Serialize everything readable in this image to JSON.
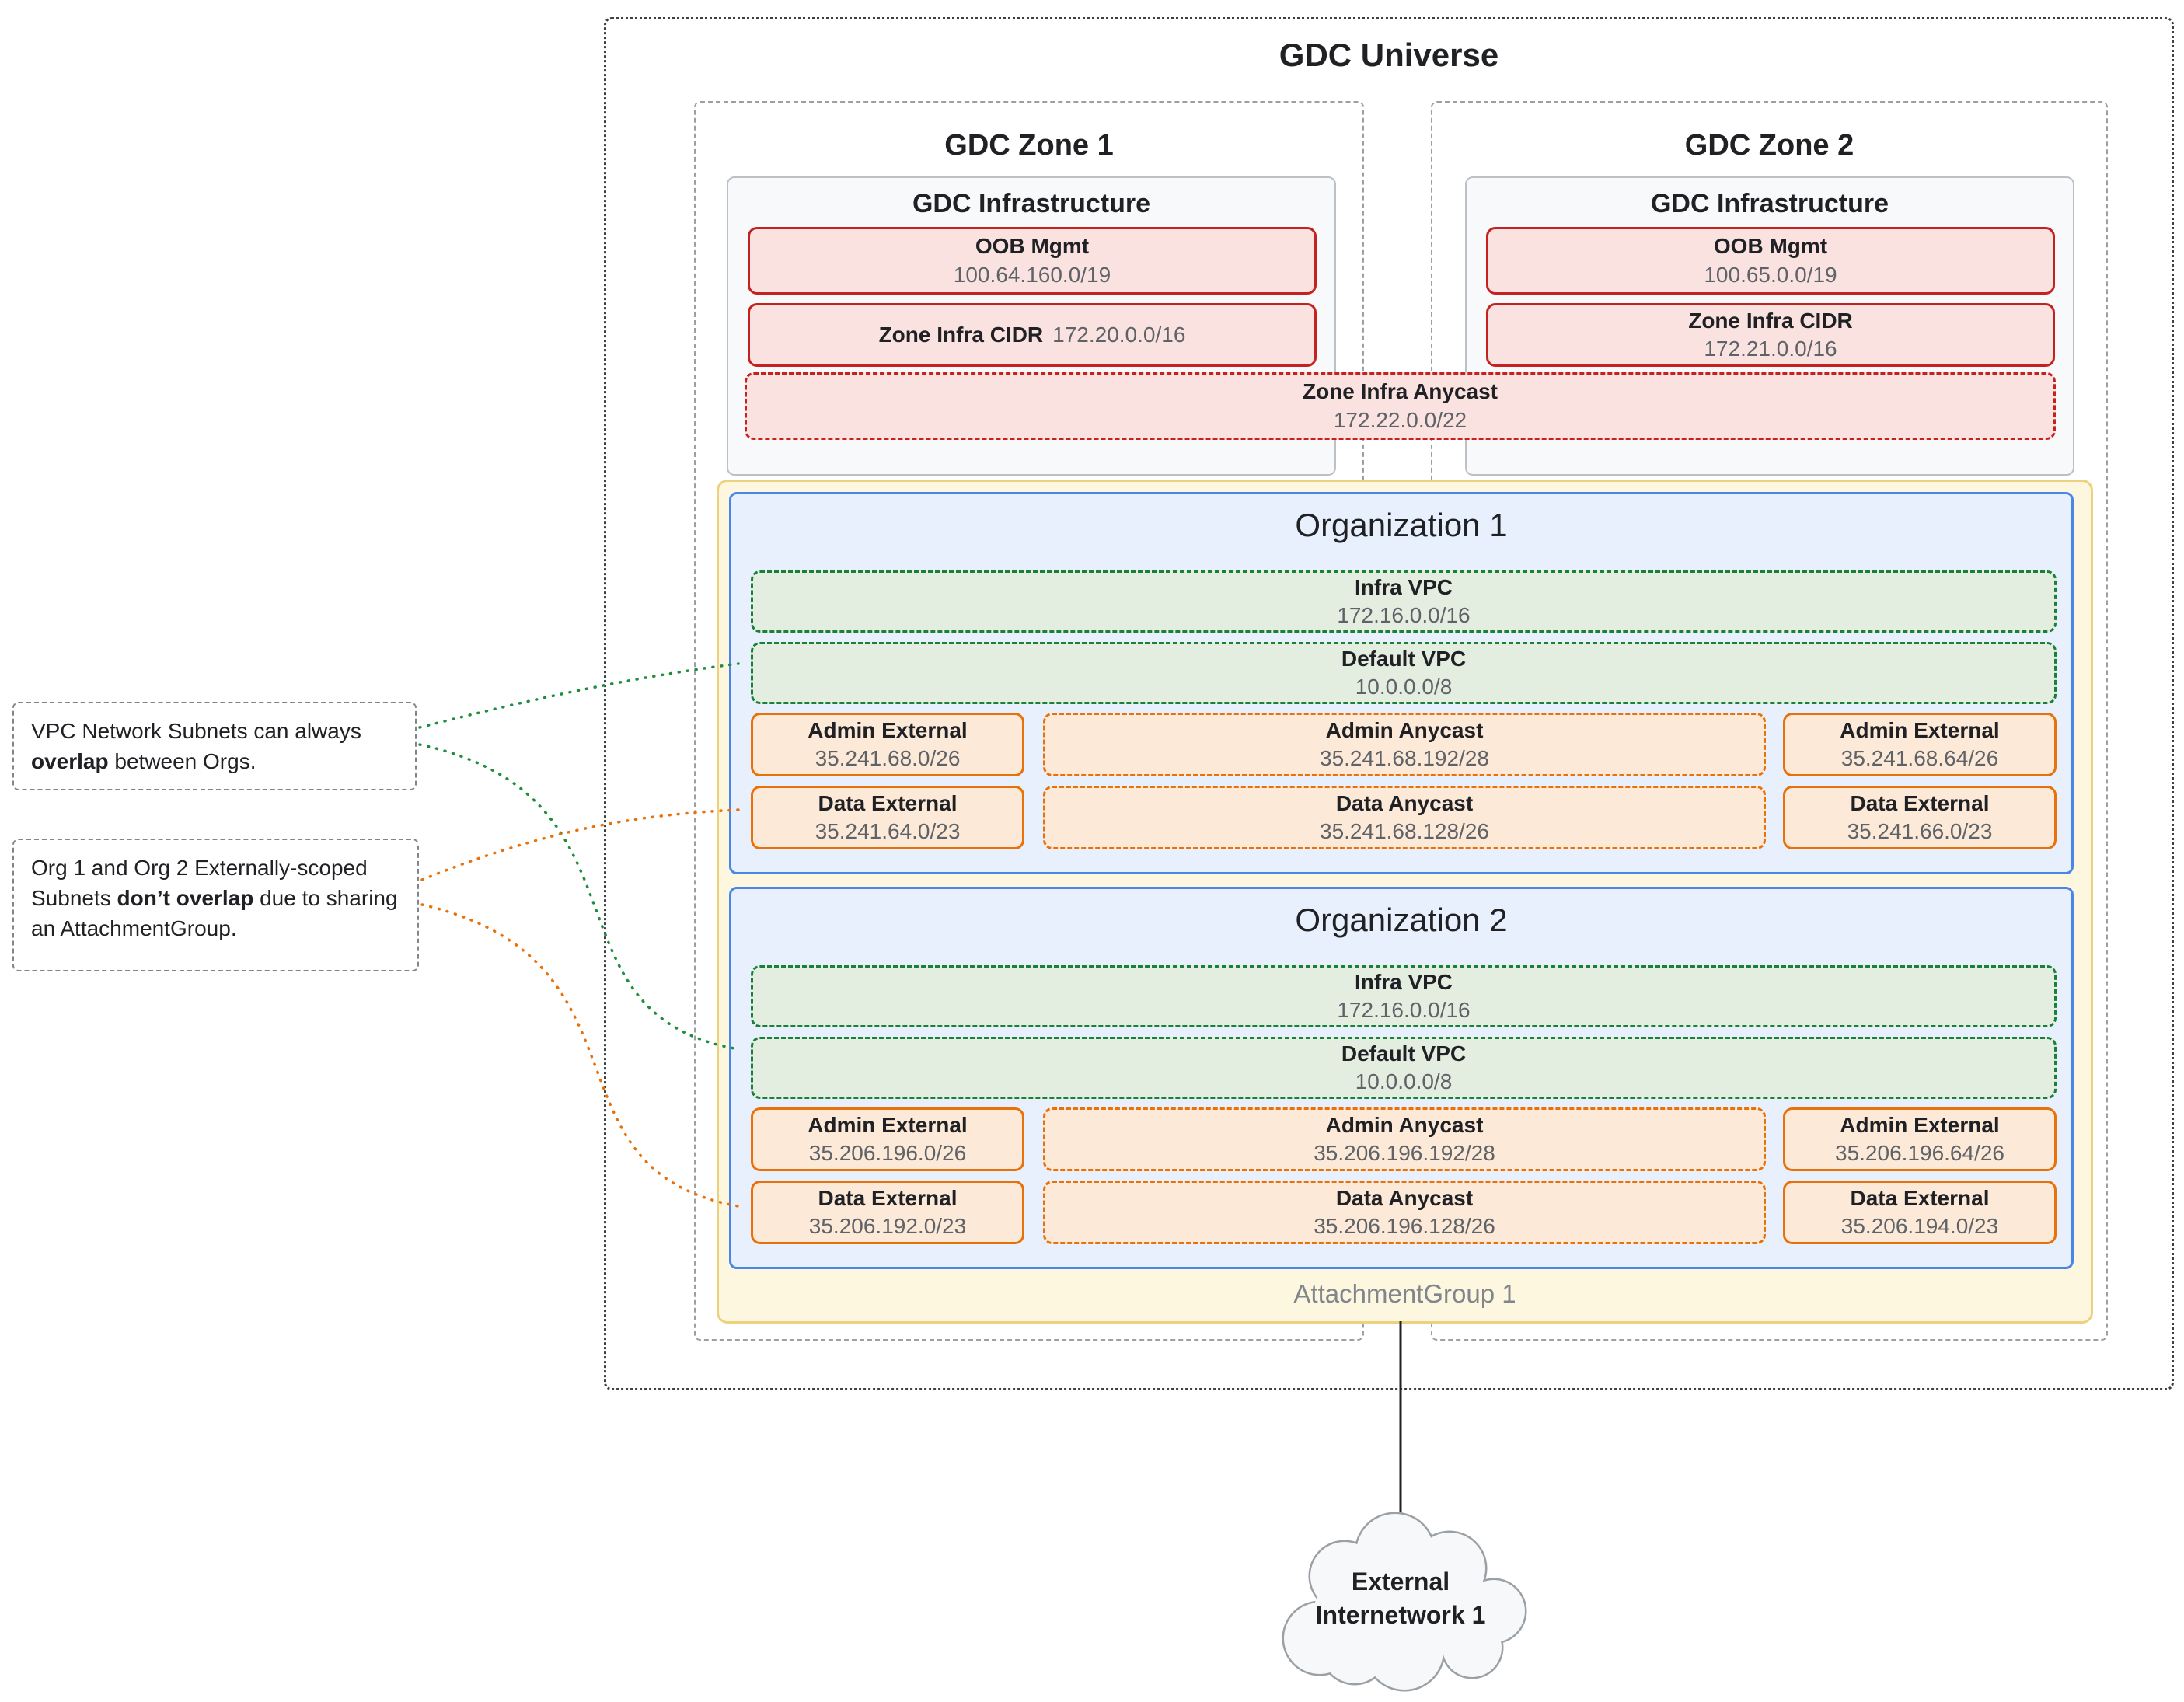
{
  "diagram": {
    "universe_title": "GDC Universe",
    "zone1": {
      "title": "GDC Zone 1",
      "infra_title": "GDC Infrastructure",
      "oob_label": "OOB Mgmt",
      "oob_cidr": "100.64.160.0/19",
      "infra_cidr_label": "Zone Infra CIDR",
      "infra_cidr": "172.20.0.0/16"
    },
    "zone2": {
      "title": "GDC Zone 2",
      "infra_title": "GDC Infrastructure",
      "oob_label": "OOB Mgmt",
      "oob_cidr": "100.65.0.0/19",
      "infra_cidr_label": "Zone Infra CIDR",
      "infra_cidr": "172.21.0.0/16"
    },
    "anycast_label": "Zone Infra Anycast",
    "anycast_cidr": "172.22.0.0/22",
    "attachment_group_label": "AttachmentGroup 1",
    "org1": {
      "title": "Organization 1",
      "infra_vpc_label": "Infra VPC",
      "infra_vpc_cidr": "172.16.0.0/16",
      "default_vpc_label": "Default VPC",
      "default_vpc_cidr": "10.0.0.0/8",
      "admin_ext_left_label": "Admin External",
      "admin_ext_left_cidr": "35.241.68.0/26",
      "admin_anycast_label": "Admin Anycast",
      "admin_anycast_cidr": "35.241.68.192/28",
      "admin_ext_right_label": "Admin External",
      "admin_ext_right_cidr": "35.241.68.64/26",
      "data_ext_left_label": "Data External",
      "data_ext_left_cidr": "35.241.64.0/23",
      "data_anycast_label": "Data Anycast",
      "data_anycast_cidr": "35.241.68.128/26",
      "data_ext_right_label": "Data External",
      "data_ext_right_cidr": "35.241.66.0/23"
    },
    "org2": {
      "title": "Organization 2",
      "infra_vpc_label": "Infra VPC",
      "infra_vpc_cidr": "172.16.0.0/16",
      "default_vpc_label": "Default VPC",
      "default_vpc_cidr": "10.0.0.0/8",
      "admin_ext_left_label": "Admin External",
      "admin_ext_left_cidr": "35.206.196.0/26",
      "admin_anycast_label": "Admin Anycast",
      "admin_anycast_cidr": "35.206.196.192/28",
      "admin_ext_right_label": "Admin External",
      "admin_ext_right_cidr": "35.206.196.64/26",
      "data_ext_left_label": "Data External",
      "data_ext_left_cidr": "35.206.192.0/23",
      "data_anycast_label": "Data Anycast",
      "data_anycast_cidr": "35.206.196.128/26",
      "data_ext_right_label": "Data External",
      "data_ext_right_cidr": "35.206.194.0/23"
    },
    "annotation1": {
      "pre": "VPC Network Subnets can always ",
      "bold": "overlap",
      "post": " between Orgs."
    },
    "annotation2": {
      "pre": "Org 1 and Org 2 Externally-scoped Subnets ",
      "bold": "don’t overlap",
      "post": " due to sharing an AttachmentGroup."
    },
    "external_label": "External Internetwork 1"
  },
  "colors": {
    "red_border": "#C5221F",
    "red_fill": "#F9E2E0",
    "green_border": "#188038",
    "green_fill": "#E3EEE1",
    "orange_border": "#E8710A",
    "orange_fill": "#FCE9D8",
    "blue_border": "#4A86E8",
    "blue_fill": "#E8F0FE",
    "yellow_border": "#EDD27E",
    "yellow_fill": "#FEF7E0",
    "panel_fill": "#F8F9FA",
    "connector_green": "#1E8E3E",
    "connector_orange": "#E8710A"
  }
}
